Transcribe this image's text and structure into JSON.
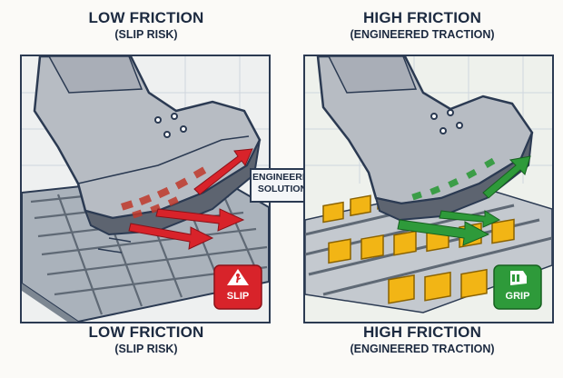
{
  "top": {
    "left": {
      "title": "LOW FRICTION",
      "subtitle": "(SLIP RISK)"
    },
    "right": {
      "title": "HIGH FRICTION",
      "subtitle": "(ENGINEERED TRACTION)"
    }
  },
  "bottom": {
    "left": {
      "title": "LOW FRICTION",
      "subtitle": "(SLIP RISK)"
    },
    "right": {
      "title": "HIGH FRICTION",
      "subtitle": "(ENGINEERED TRACTION)"
    }
  },
  "center": {
    "line1": "ENGINEERING",
    "line2": "SOLUTION"
  },
  "signs": {
    "slip": "SLIP",
    "grip": "GRIP"
  },
  "colors": {
    "outline": "#2b3a52",
    "slip_red": "#d8232a",
    "grip_green": "#2e9a3a",
    "yellow_tread": "#f2b515",
    "grating_gray": "#9aa3ad"
  },
  "icons": [
    "slip-warning-icon",
    "grip-hand-icon",
    "arrow-right-icon",
    "boot-icon"
  ]
}
